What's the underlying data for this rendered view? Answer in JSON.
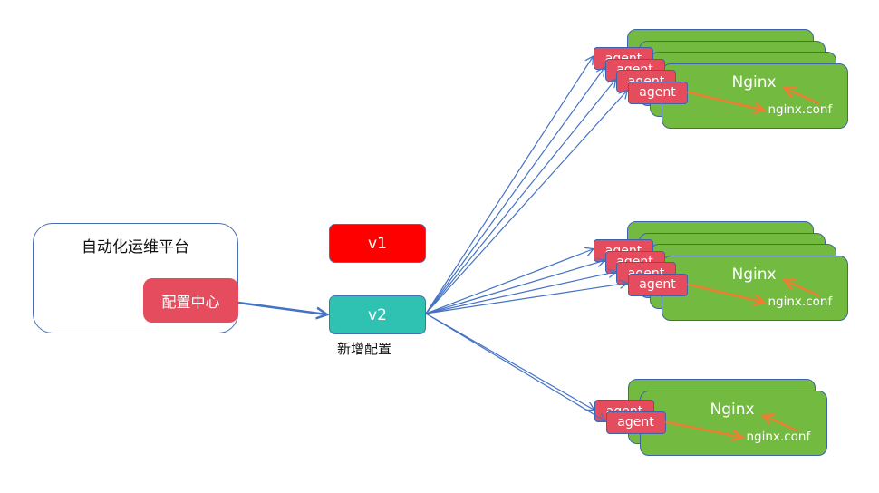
{
  "platform": {
    "title": "自动化运维平台",
    "config_center_label": "配置中心"
  },
  "versions": {
    "v1_label": "v1",
    "v2_label": "v2",
    "v2_caption": "新增配置"
  },
  "colors": {
    "config_center": "#e54d5f",
    "v1": "#ff0000",
    "v2": "#2fc1b2",
    "nginx_box": "#72bb40",
    "agent": "#e54d5f",
    "push_arrow": "#4472c4",
    "local_arrow": "#ed7d31"
  },
  "groups": [
    {
      "name": "group-top",
      "instance_count": 4,
      "agent_label": "agent",
      "server_label": "Nginx",
      "config_file_label": "nginx.conf"
    },
    {
      "name": "group-middle",
      "instance_count": 4,
      "agent_label": "agent",
      "server_label": "Nginx",
      "config_file_label": "nginx.conf"
    },
    {
      "name": "group-bottom",
      "instance_count": 2,
      "agent_label": "agent",
      "server_label": "Nginx",
      "config_file_label": "nginx.conf"
    }
  ]
}
